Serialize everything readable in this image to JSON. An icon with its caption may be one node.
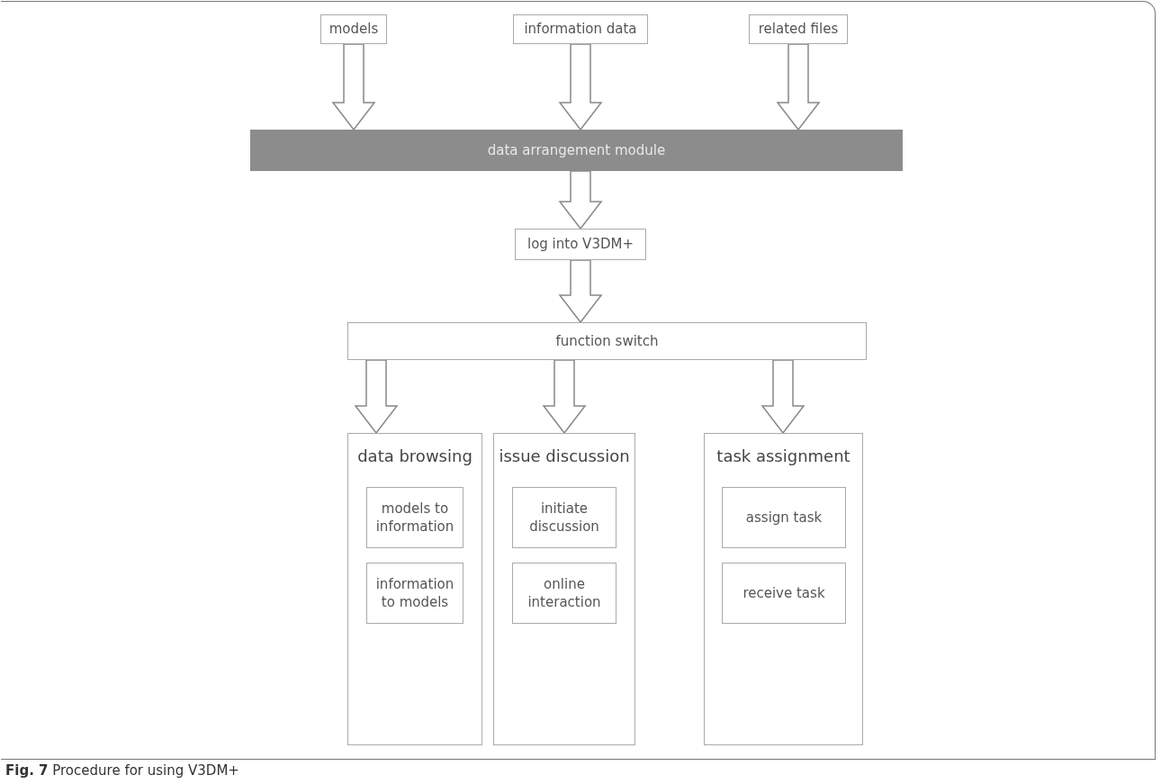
{
  "diagram": {
    "caption": "**Fig. 7** Procedure for using V3DM+",
    "nodes": [
      {
        "text": [
          "models"
        ]
      },
      {
        "text": [
          "information data"
        ]
      },
      {
        "text": [
          "related files"
        ]
      },
      {
        "text": [
          "data arrangement module"
        ]
      },
      {
        "text": [
          "log into V3DM+"
        ]
      },
      {
        "text": [
          "function switch"
        ]
      },
      {
        "text": [
          "data browsing"
        ]
      },
      {
        "text": [
          "models to information"
        ],
        "in": 6
      },
      {
        "text": [
          "information to models"
        ],
        "in": 6
      },
      {
        "text": [
          "issue discussion"
        ]
      },
      {
        "text": [
          "initiate discussion"
        ],
        "in": 9
      },
      {
        "text": [
          "online interaction"
        ],
        "in": 9
      },
      {
        "text": [
          "task assignment"
        ]
      },
      {
        "text": [
          "assign task"
        ],
        "in": 12
      },
      {
        "text": [
          "receive task"
        ],
        "in": 12
      }
    ],
    "edges": [
      {
        "from": 0,
        "to": 3,
        "arrow": "to"
      },
      {
        "from": 1,
        "to": 3,
        "arrow": "to"
      },
      {
        "from": 2,
        "to": 3,
        "arrow": "to"
      },
      {
        "from": 3,
        "to": 4,
        "arrow": "to"
      },
      {
        "from": 4,
        "to": 5,
        "arrow": "to"
      },
      {
        "from": 5,
        "to": 6,
        "arrow": "to"
      },
      {
        "from": 5,
        "to": 9,
        "arrow": "to"
      },
      {
        "from": 5,
        "to": 12,
        "arrow": "to"
      }
    ]
  }
}
